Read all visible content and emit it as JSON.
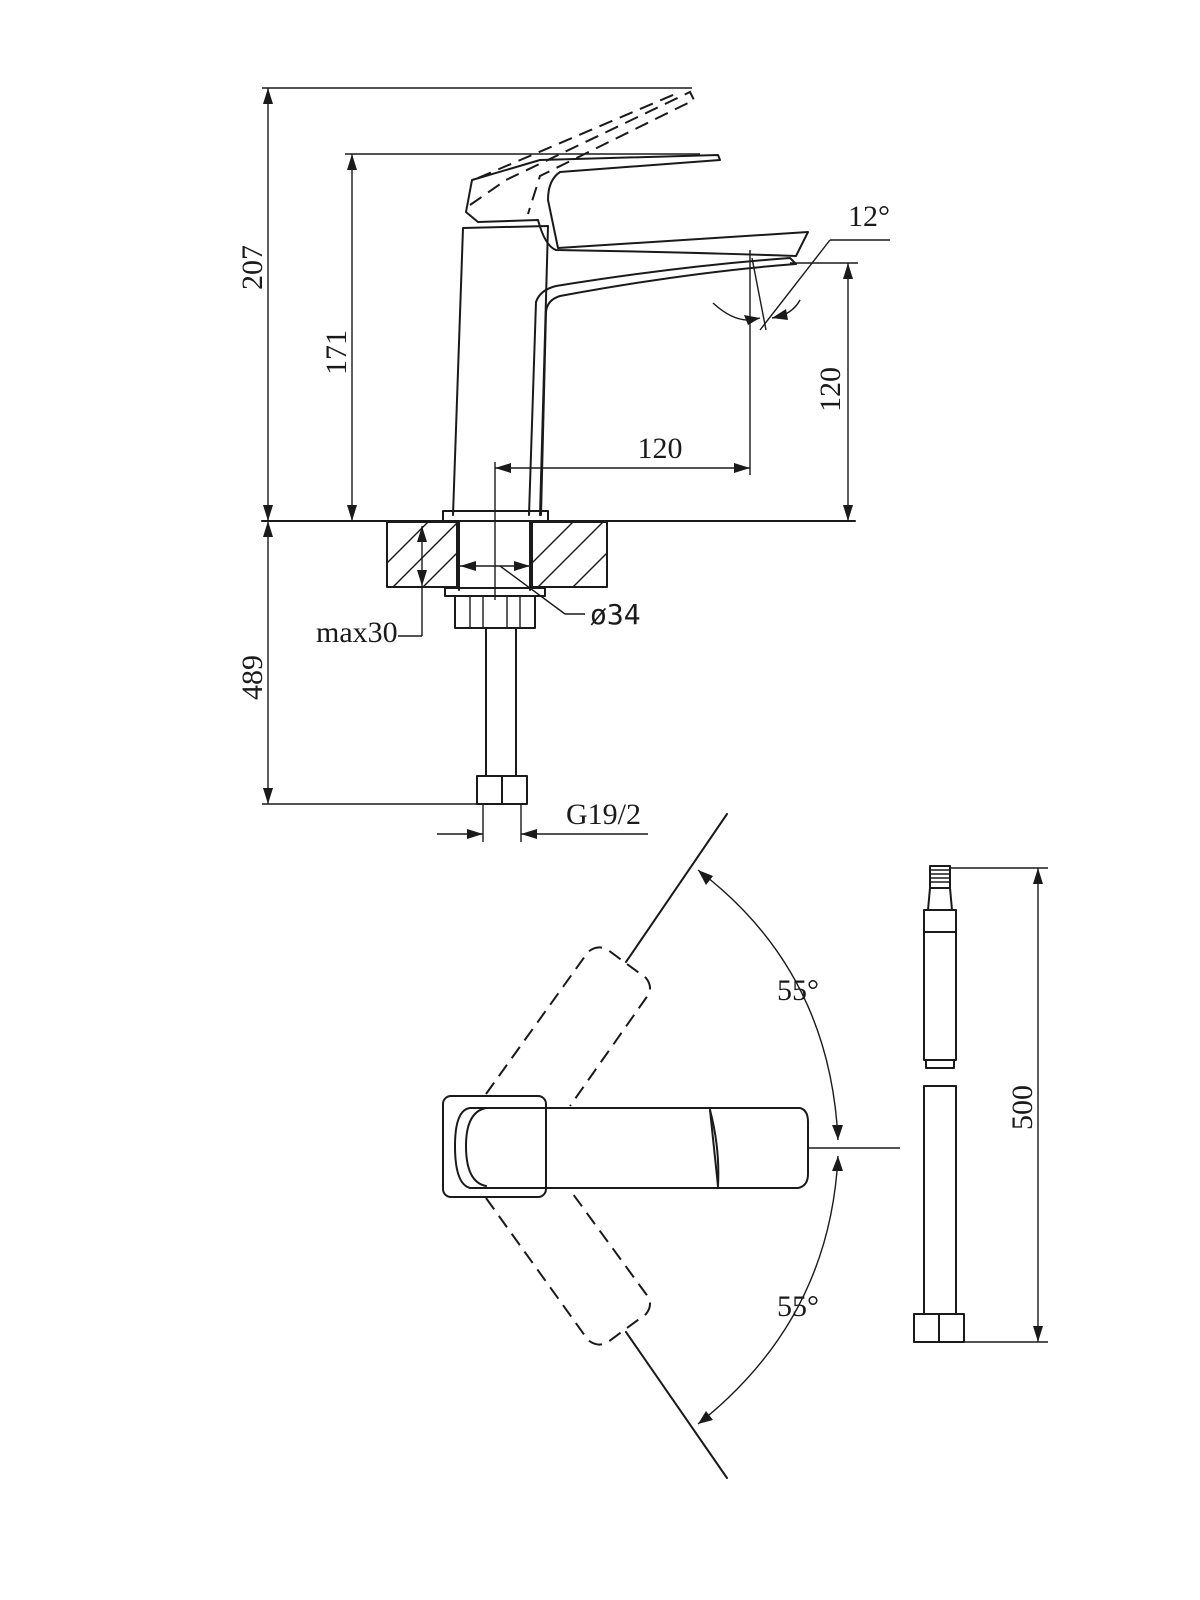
{
  "colors": {
    "ink": "#1a1a1a",
    "background": "#ffffff"
  },
  "side_view": {
    "dim_total_height": "207",
    "dim_body_height": "171",
    "dim_spout_height": "120",
    "dim_spout_reach": "120",
    "dim_spout_angle": "12°",
    "dim_hose_below": "489",
    "dim_max_deck": "max30",
    "dim_hole_diameter": "ø34",
    "dim_connection": "G19/2"
  },
  "top_view": {
    "dim_rotation_upper": "55°",
    "dim_rotation_lower": "55°"
  },
  "hose_view": {
    "dim_hose_length": "500"
  }
}
